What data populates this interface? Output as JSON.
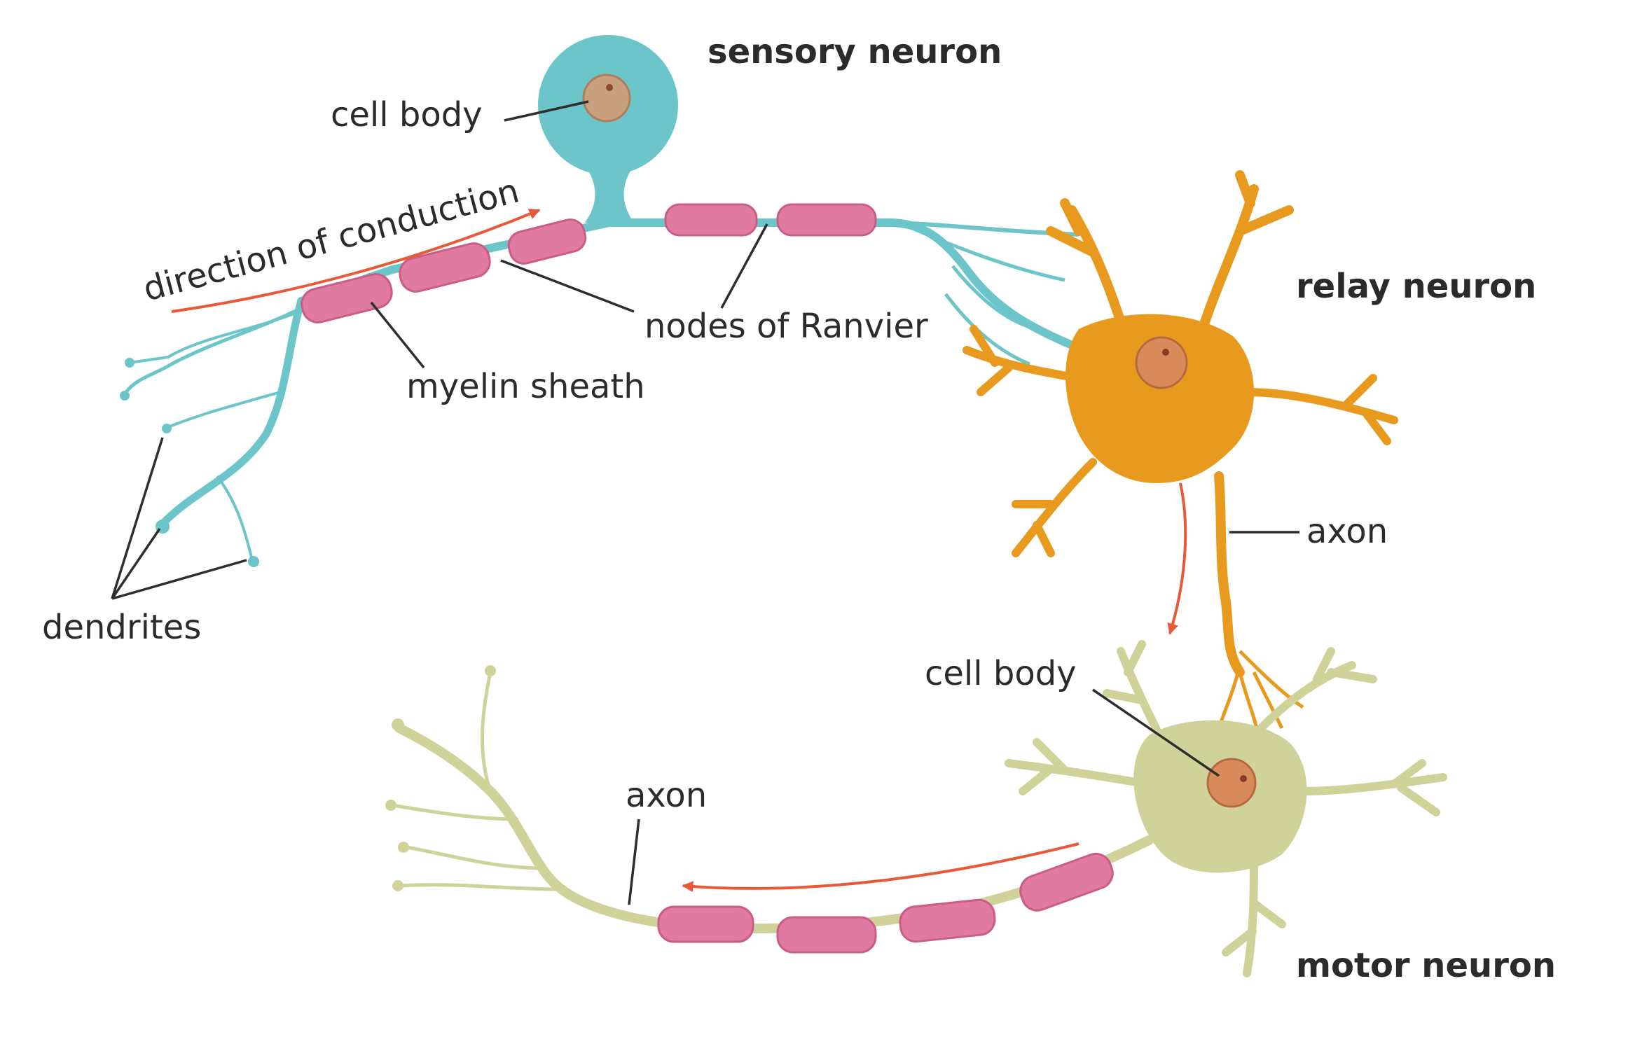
{
  "labels": {
    "sensory_neuron": "sensory neuron",
    "relay_neuron": "relay neuron",
    "motor_neuron": "motor neuron",
    "cell_body_sensory": "cell body",
    "cell_body_motor": "cell body",
    "direction_of_conduction": "direction of conduction",
    "nodes_of_ranvier": "nodes of Ranvier",
    "myelin_sheath": "myelin sheath",
    "dendrites": "dendrites",
    "axon_relay": "axon",
    "axon_motor": "axon"
  },
  "colors": {
    "sensory": "#6cc5c8",
    "relay": "#e89a1f",
    "motor": "#cfd39a",
    "myelin": "#e07aa0",
    "nucleus": "#d98a5a",
    "arrow": "#e8593a",
    "text": "#2b2b2b"
  }
}
